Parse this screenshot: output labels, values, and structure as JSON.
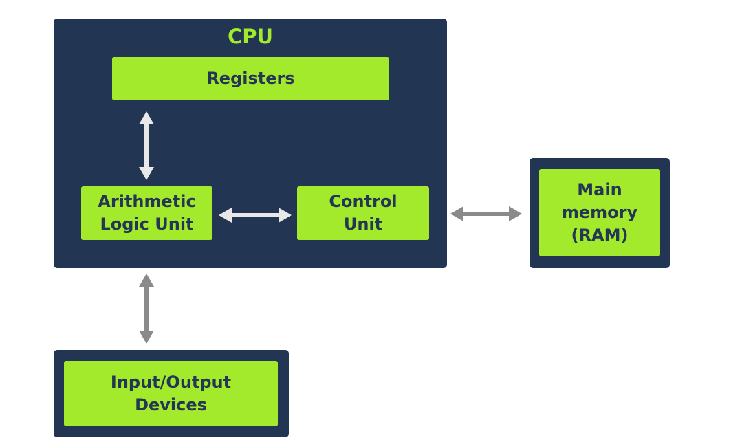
{
  "cpu": {
    "title": "CPU",
    "registers": "Registers",
    "alu": "Arithmetic\nLogic Unit",
    "control_unit": "Control\nUnit"
  },
  "memory": {
    "label": "Main\nmemory\n(RAM)"
  },
  "io": {
    "label": "Input/Output\nDevices"
  },
  "colors": {
    "panel": "#223654",
    "box": "#a4ea2c",
    "box_text": "#233653",
    "internal_arrow": "#e8e8e8",
    "external_arrow": "#8a8a8a"
  }
}
